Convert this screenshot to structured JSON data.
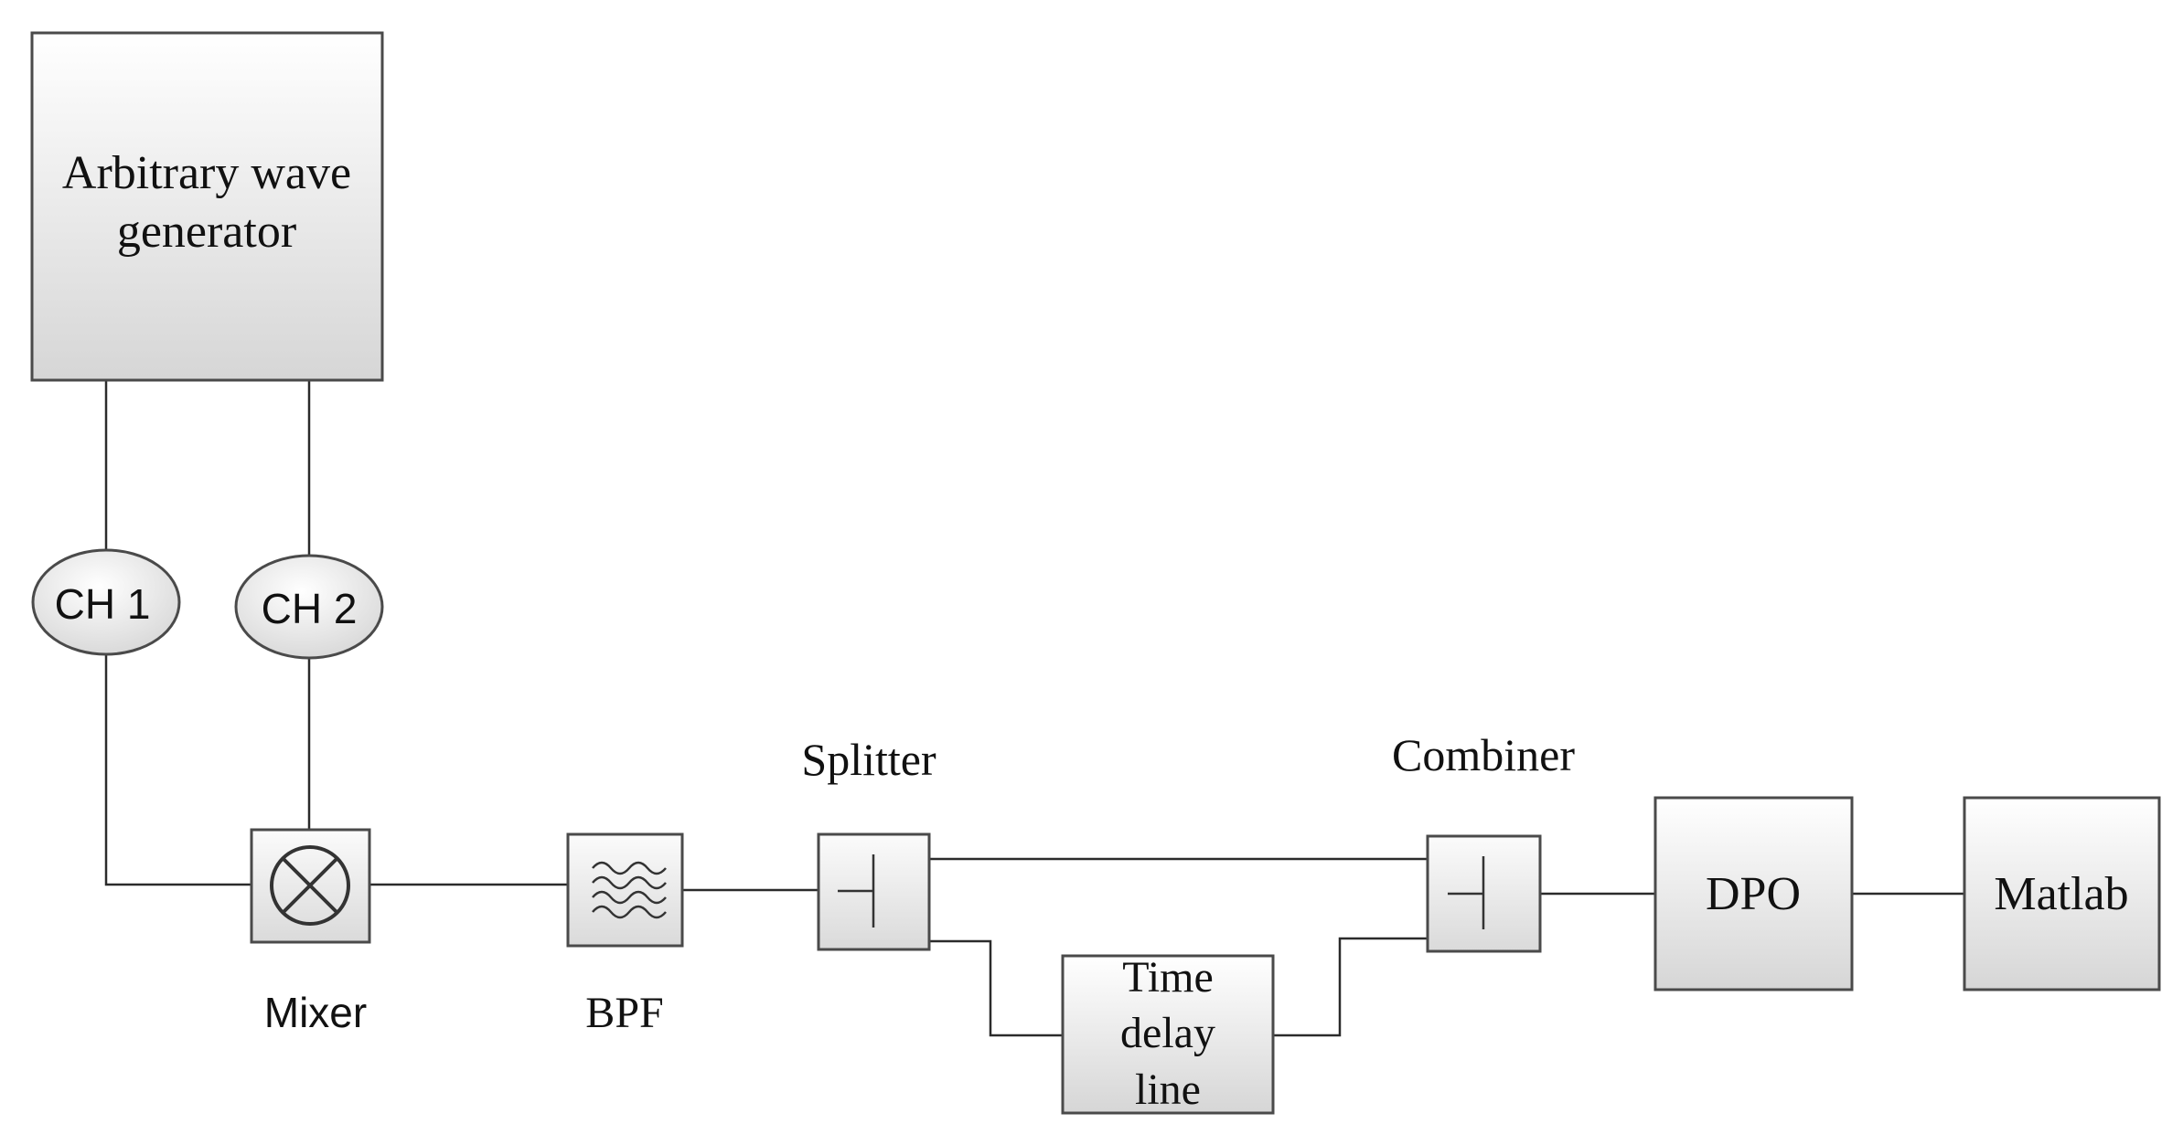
{
  "blocks": {
    "awg": {
      "line1": "Arbitrary wave",
      "line2": "generator"
    },
    "ch1": "CH 1",
    "ch2": "CH 2",
    "dpo": "DPO",
    "matlab": "Matlab",
    "delay": {
      "line1": "Time",
      "line2": "delay",
      "line3": "line"
    }
  },
  "labels": {
    "mixer": "Mixer",
    "bpf": "BPF",
    "splitter": "Splitter",
    "combiner": "Combiner"
  },
  "icons": {
    "mixer": "mixer-cross-icon",
    "bpf": "bandpass-filter-icon",
    "splitter": "splitter-icon",
    "combiner": "combiner-icon"
  },
  "colors": {
    "block_fill_top": "#ffffff",
    "block_fill_bottom": "#d9d9d9",
    "stroke": "#4a4a4a"
  }
}
